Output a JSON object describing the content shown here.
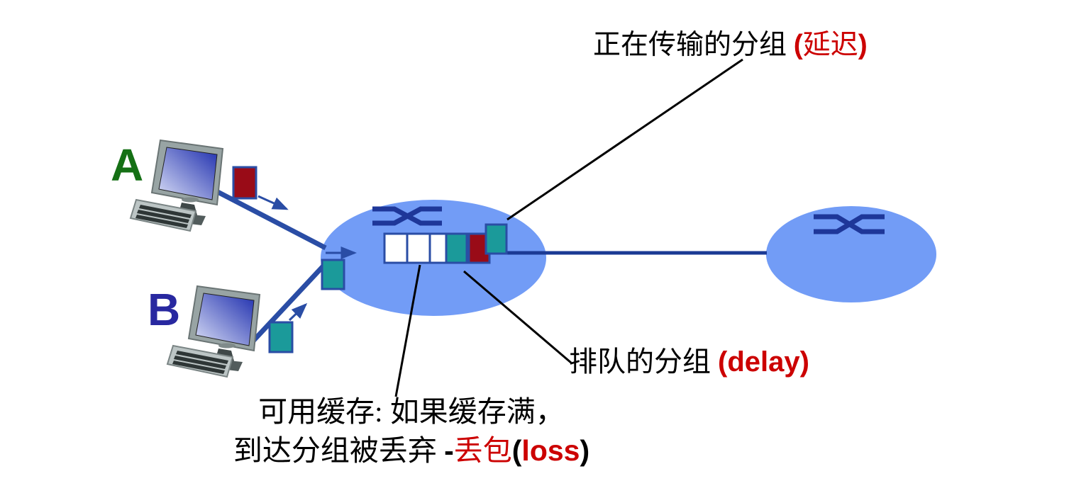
{
  "diagram": {
    "hosts": {
      "a": "A",
      "b": "B"
    },
    "labels": {
      "transmitting": {
        "cn": "正在传输的分组 ",
        "open": "(",
        "red": "延迟",
        "close": ")"
      },
      "queued": {
        "cn": "排队的分组 ",
        "en": "(delay)"
      },
      "buffer": {
        "line1": "可用缓存: 如果缓存满，",
        "line2_prefix": "到达分组被丢弃 ",
        "dash": "-",
        "red_cn": "丢包",
        "open": "(",
        "red_en": "loss",
        "close": ")"
      }
    },
    "colors": {
      "router_fill": "#729cf6",
      "packet_teal": "#1b9a9a",
      "packet_red": "#990b17",
      "link_blue": "#2a4da5",
      "switch_symbol_blue": "#1e3799",
      "annotation_red": "#cc0000",
      "host_a_green": "#157015",
      "host_b_navy": "#2828a0",
      "queue_slot_white": "#ffffff"
    }
  }
}
